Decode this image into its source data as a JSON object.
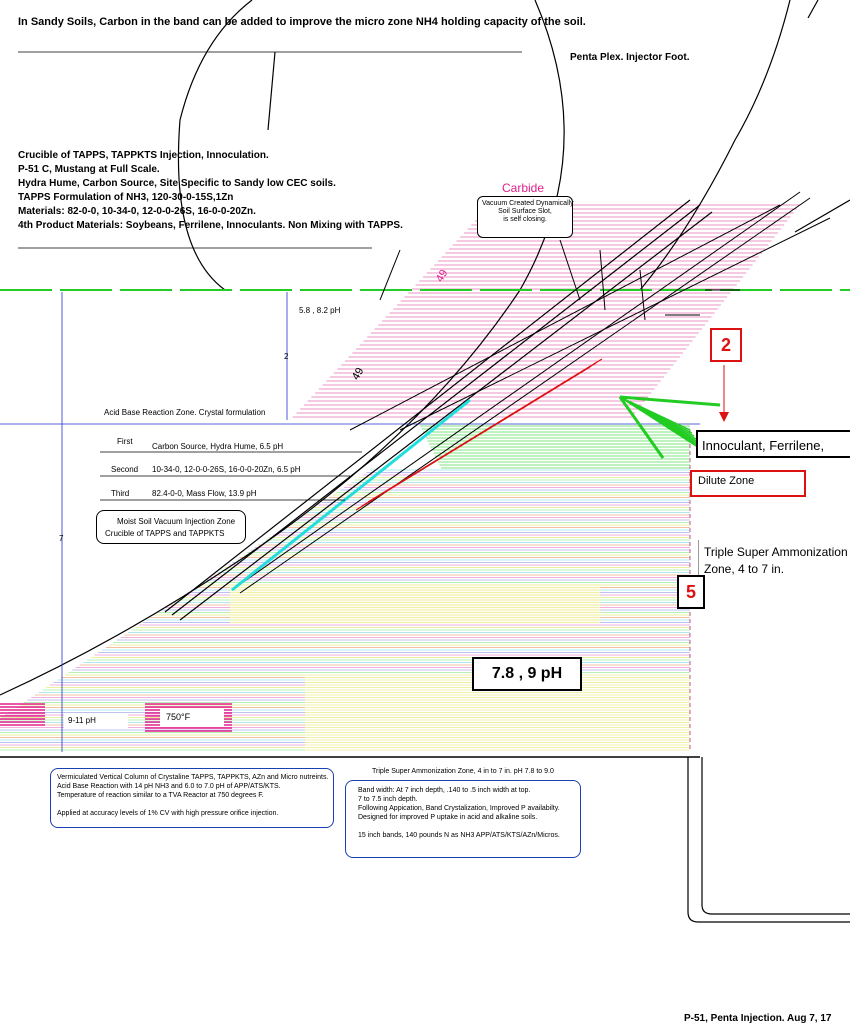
{
  "header": {
    "note": "In Sandy Soils, Carbon in the band can be added  to improve  the micro zone NH4 holding capacity of the soil.",
    "foot": "Penta Plex.  Injector Foot."
  },
  "info_lines": [
    "Crucible  of TAPPS, TAPPKTS Injection,  Innoculation.",
    "P-51 C, Mustang at Full Scale.",
    "Hydra Hume, Carbon Source,  Site Specific to Sandy low CEC soils.",
    "TAPPS Formulation  of NH3, 120-30-0-15S,1Zn",
    "Materials:  82-0-0, 10-34-0, 12-0-0-26S, 16-0-0-20Zn.",
    "4th Product Materials:  Soybeans, Ferrilene,  Innoculants.  Non Mixing with TAPPS."
  ],
  "labels": {
    "carbide": "Carbide",
    "vacuum": [
      "Vacuum Created Dynamically",
      "Soil Surface  Slot,",
      "is self closing."
    ],
    "dim_49_top": "49",
    "dim_49_mid": "49",
    "ph_top": "5.8 , 8.2 pH",
    "depth_2": "2",
    "depth_7": "7",
    "acid_zone": "Acid Base Reaction Zone.  Crystal formulation",
    "first": "First",
    "first_desc": "Carbon Source,  Hydra Hume,   6.5 pH",
    "second": "Second",
    "second_desc": "10-34-0,  12-0-0-26S,  16-0-0-20Zn,   6.5 pH",
    "third": "Third",
    "third_desc": "82.4-0-0, Mass Flow,  13.9 pH",
    "moist": [
      "Moist Soil Vacuum Injection Zone",
      "Crucible of TAPPS and TAPPKTS"
    ],
    "callout_2": "2",
    "innoculant": "Innoculant, Ferrilene,",
    "dilute": "Dilute Zone",
    "triple": [
      "Triple Super Ammonization",
      "Zone, 4 to 7 in."
    ],
    "callout_5": "5",
    "ph_big": "7.8 , 9 pH",
    "ph_911": "9-11 pH",
    "temp_750": "750°F"
  },
  "box_left": [
    "Vermiculated  Vertical  Column  of Crystaline  TAPPS,  TAPPKTS,  AZn and Micro  nutreints.",
    "Acid Base Reaction  with  14 pH NH3 and 6.0 to 7.0 pH of APP/ATS/KTS.",
    "Temperature    of reaction  similar  to a TVA Reactor  at 750 degrees  F.",
    "",
    "Applied   at accuracy  levels  of 1% CV with high pressure  orifice  injection."
  ],
  "box_right_title": "Triple   Super  Ammonization  Zone,  4 in to 7 in.  pH 7.8 to 9.0",
  "box_right": [
    "Band width:  At 7 inch depth,  .140 to .5 inch width at top.",
    "7 to 7.5  inch depth.",
    "Following  Appication,   Band Crystalization,   Improved  P availabilty.",
    "Designed for improved  P uptake in acid and alkaline  soils.",
    "",
    "15 inch bands,  140 pounds  N as NH3 APP/ATS/KTS/AZn/Micros."
  ],
  "footer": "P-51,  Penta Injection.  Aug 7, 17",
  "colors": {
    "green": "#22cc22",
    "magenta": "#e0208a",
    "red": "#dd1111",
    "cyan": "#22dddd",
    "blue": "#2233cc"
  }
}
